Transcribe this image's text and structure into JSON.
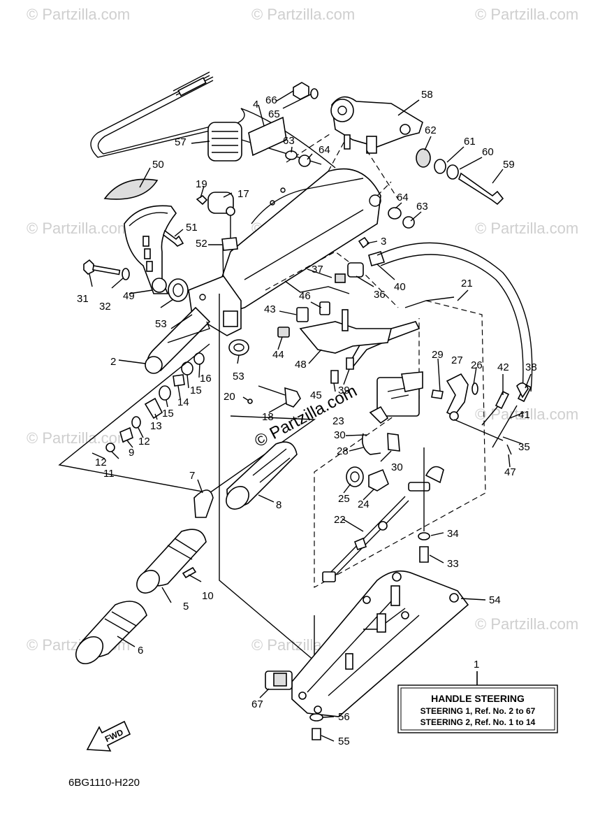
{
  "watermark_text": "© Partzilla.com",
  "center_watermark": "© Partzilla.com",
  "diagram_code": "6BG1110-H220",
  "fwd_label": "FWD",
  "legend": {
    "ref": "1",
    "title": "HANDLE  STEERING",
    "row1": "STEERING 1,  Ref. No. 2 to 67",
    "row2": "STEERING 2,  Ref. No. 1 to 14"
  },
  "callouts": [
    "2",
    "3",
    "4",
    "5",
    "6",
    "7",
    "8",
    "9",
    "10",
    "11",
    "12",
    "12",
    "13",
    "14",
    "15",
    "15",
    "16",
    "17",
    "18",
    "19",
    "20",
    "21",
    "22",
    "23",
    "24",
    "25",
    "26",
    "27",
    "28",
    "29",
    "30",
    "30",
    "31",
    "32",
    "33",
    "34",
    "35",
    "36",
    "37",
    "38",
    "39",
    "40",
    "41",
    "42",
    "43",
    "44",
    "45",
    "46",
    "47",
    "48",
    "49",
    "50",
    "51",
    "52",
    "53",
    "53",
    "54",
    "55",
    "56",
    "57",
    "58",
    "59",
    "60",
    "61",
    "62",
    "63",
    "63",
    "64",
    "64",
    "65",
    "66",
    "67"
  ]
}
